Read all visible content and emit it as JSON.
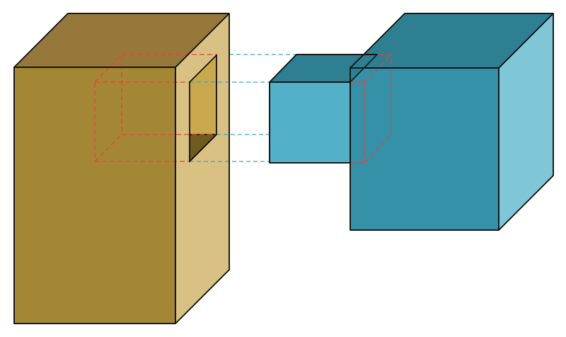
{
  "diagram": {
    "colors": {
      "background": "#ffffff",
      "outline": "#111111",
      "tan_front": "#a48735",
      "tan_top": "#96793a",
      "tan_side": "#d9c183",
      "tan_opening_inner": "#c9a84e",
      "tan_opening_floor": "#6f5b20",
      "teal_front": "#3591a7",
      "teal_top": "#2e7f92",
      "teal_side": "#7fc7d7",
      "block_front": "#52b0c8",
      "block_top": "#2e7f92",
      "hidden_edge_red": "#e8423a",
      "projection_teal": "#3aa6bd"
    },
    "parts": [
      {
        "id": "tan-prism",
        "kind": "solid",
        "color": "tan"
      },
      {
        "id": "rectangular-opening",
        "kind": "cutout",
        "host": "tan-prism"
      },
      {
        "id": "small-teal-block",
        "kind": "solid",
        "color": "teal"
      },
      {
        "id": "large-teal-cube",
        "kind": "solid",
        "color": "teal"
      },
      {
        "id": "hidden-box-outline",
        "kind": "dashed-outline",
        "color": "red"
      },
      {
        "id": "projection-lines",
        "kind": "dashed-guides",
        "color": "teal"
      }
    ]
  }
}
